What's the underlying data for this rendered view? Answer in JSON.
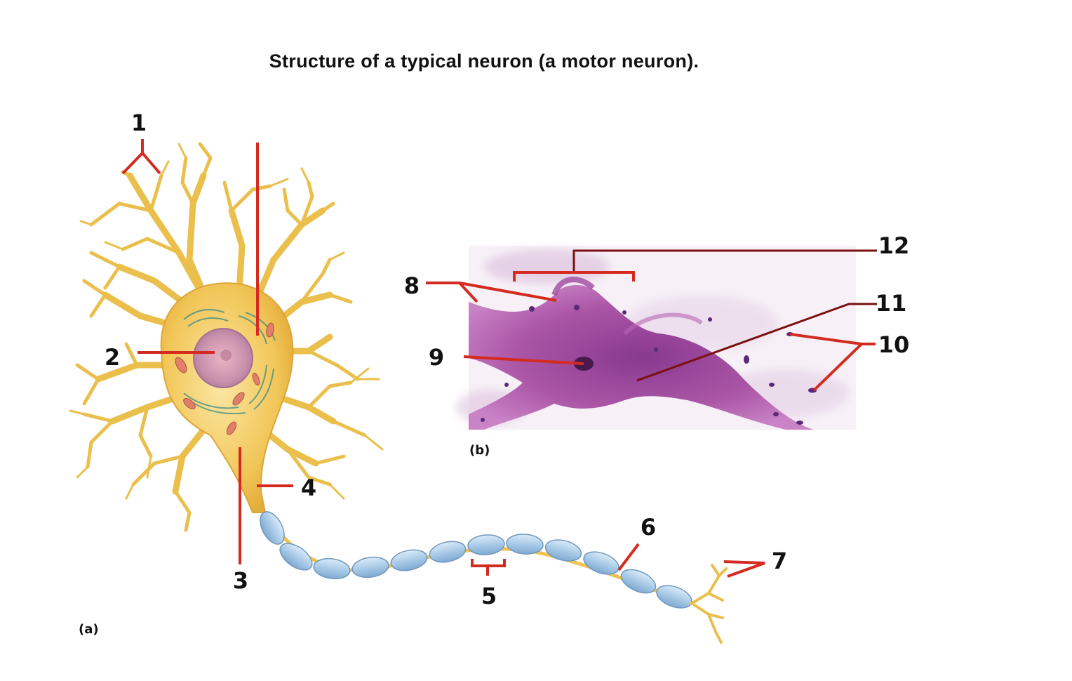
{
  "title": "Structure of a typical neuron (a motor neuron).",
  "panels": {
    "a": "(a)",
    "b": "(b)"
  },
  "labels": [
    "1",
    "2",
    "3",
    "4",
    "5",
    "6",
    "7",
    "8",
    "9",
    "10",
    "11",
    "12"
  ],
  "colors": {
    "leader_red": "#d42a20",
    "leader_dark_red": "#7a0f0f",
    "neuron_body": "#efc24e",
    "myelin": "#a9cbe8",
    "stain": "#9a3d9c"
  }
}
